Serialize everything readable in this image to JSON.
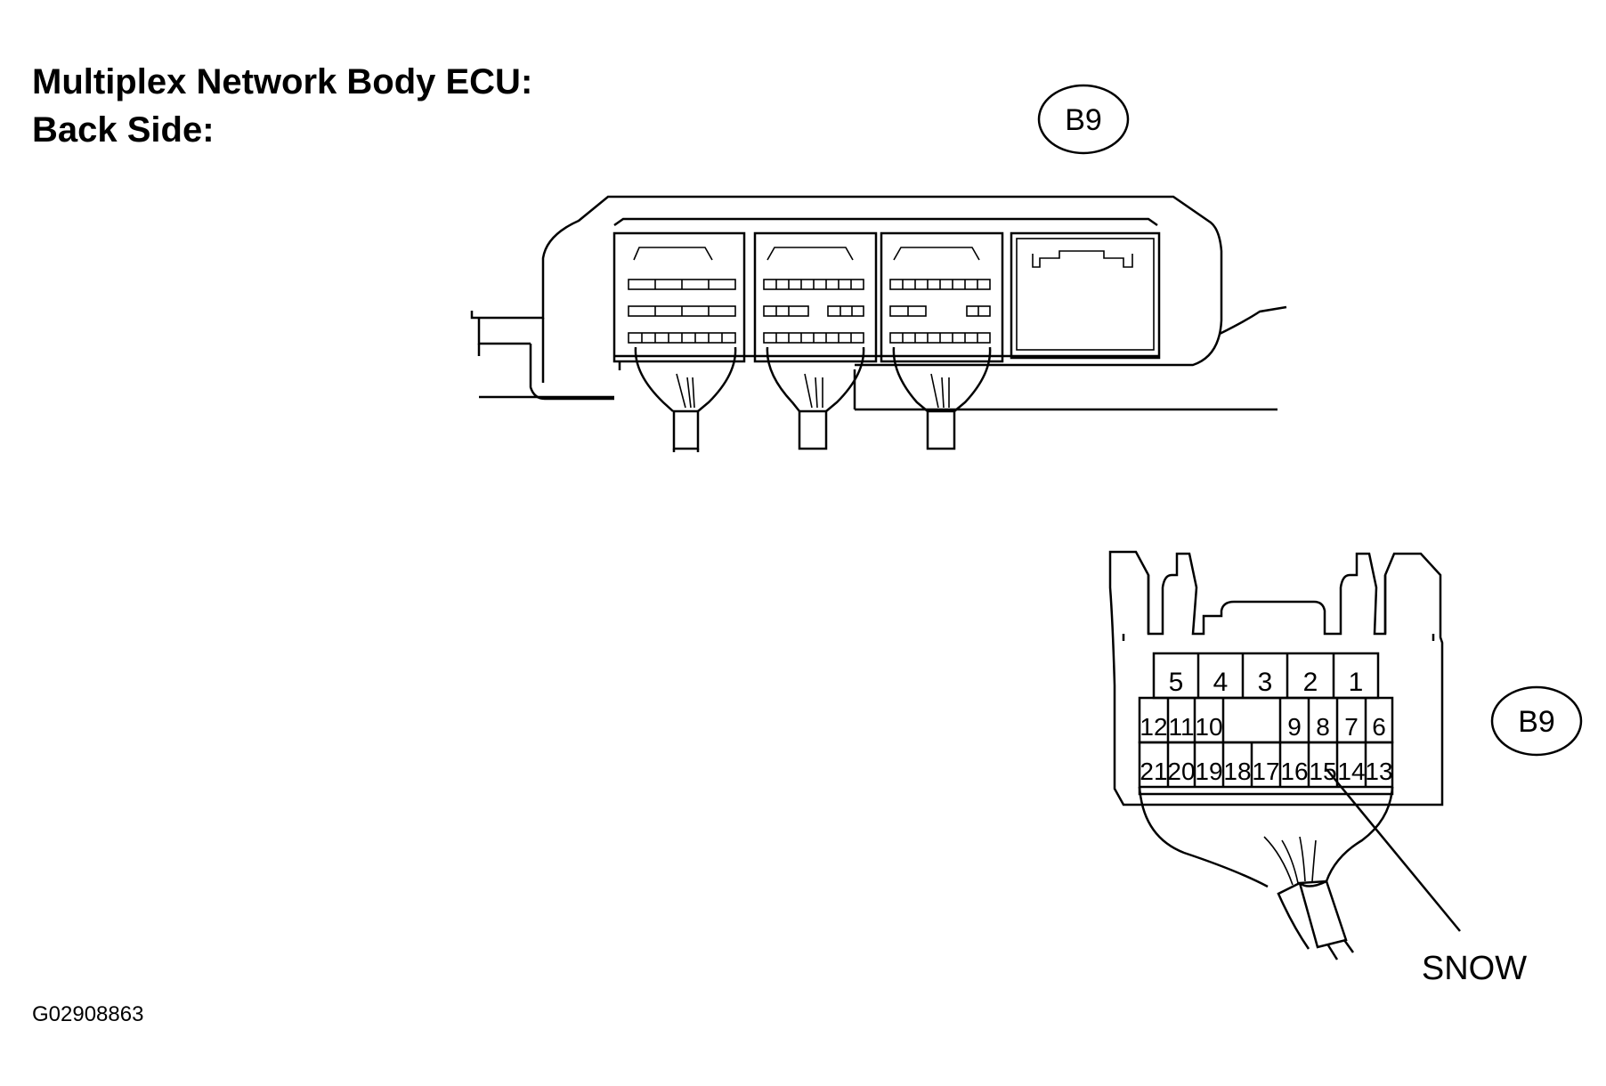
{
  "header": {
    "line1": "Multiplex Network Body ECU:",
    "line2": "Back Side:"
  },
  "connector_label_top": "B9",
  "connector_label_side": "B9",
  "wire_label": "SNOW",
  "figure_code": "G02908863",
  "pins": {
    "row1": [
      "5",
      "4",
      "3",
      "2",
      "1"
    ],
    "row2": [
      "12",
      "11",
      "10",
      "9",
      "8",
      "7",
      "6"
    ],
    "row3": [
      "21",
      "20",
      "19",
      "18",
      "17",
      "16",
      "15",
      "14",
      "13"
    ]
  }
}
